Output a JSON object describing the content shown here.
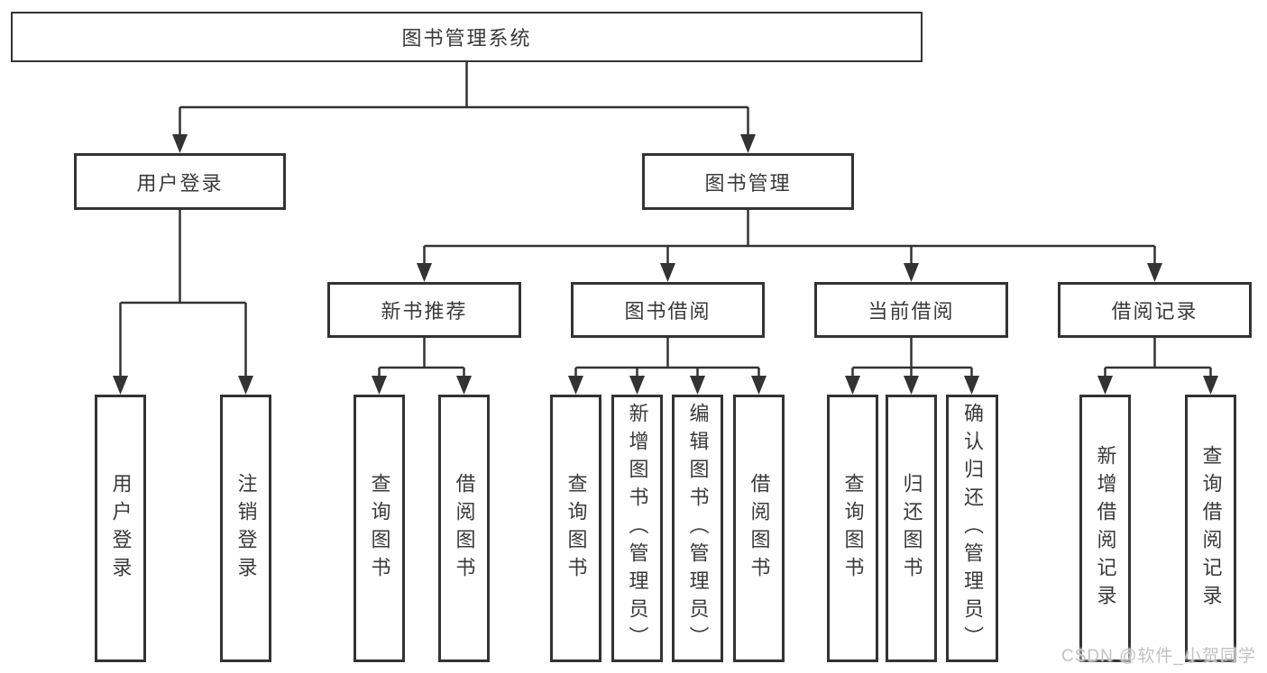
{
  "diagram": {
    "root": {
      "label": "图书管理系统"
    },
    "level2": [
      {
        "label": "用户登录"
      },
      {
        "label": "图书管理"
      }
    ],
    "level3": [
      {
        "label": "新书推荐"
      },
      {
        "label": "图书借阅"
      },
      {
        "label": "当前借阅"
      },
      {
        "label": "借阅记录"
      }
    ],
    "leaves": {
      "user_login": [
        {
          "label": "用户登录"
        },
        {
          "label": "注销登录"
        }
      ],
      "new_book": [
        {
          "label": "查询图书"
        },
        {
          "label": "借阅图书"
        }
      ],
      "book_borrow": [
        {
          "label": "查询图书"
        },
        {
          "label": "新增图书（管理员）"
        },
        {
          "label": "编辑图书（管理员）"
        },
        {
          "label": "借阅图书"
        }
      ],
      "current_borrow": [
        {
          "label": "查询图书"
        },
        {
          "label": "归还图书"
        },
        {
          "label": "确认归还（管理员）"
        }
      ],
      "borrow_records": [
        {
          "label": "新增借阅记录"
        },
        {
          "label": "查询借阅记录"
        }
      ]
    },
    "colors": {
      "border": "#333333",
      "text": "#3a3a3a",
      "line": "#333333"
    }
  },
  "watermark": {
    "text": "CSDN @软件_小贺同学",
    "color": "#c2c2c2"
  }
}
